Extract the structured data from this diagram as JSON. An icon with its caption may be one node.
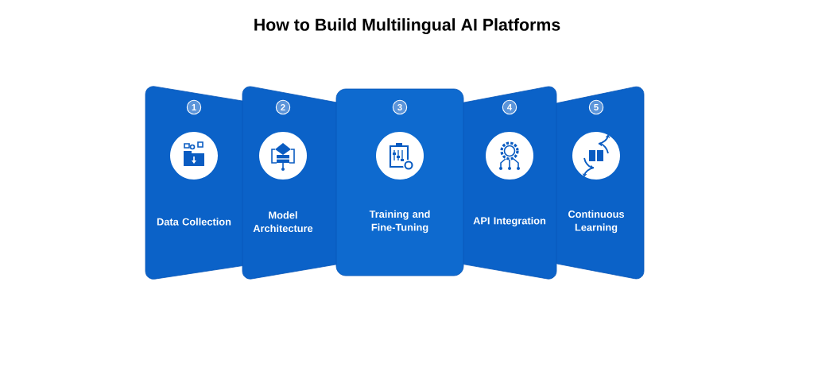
{
  "diagram": {
    "title": "How to Build Multilingual AI Platforms",
    "nodes": [
      {
        "text": [
          "Data Collection"
        ]
      },
      {
        "text": [
          "1"
        ],
        "in": 0
      },
      {
        "text": [
          "Model Architecture"
        ]
      },
      {
        "text": [
          "2"
        ],
        "in": 2
      },
      {
        "text": [
          "Training and Fine-Tuning"
        ]
      },
      {
        "text": [
          "3"
        ],
        "in": 4
      },
      {
        "text": [
          "API Integration"
        ]
      },
      {
        "text": [
          "4"
        ],
        "in": 6
      },
      {
        "text": [
          "Continuous Learning"
        ]
      },
      {
        "text": [
          "5"
        ],
        "in": 8
      }
    ]
  }
}
